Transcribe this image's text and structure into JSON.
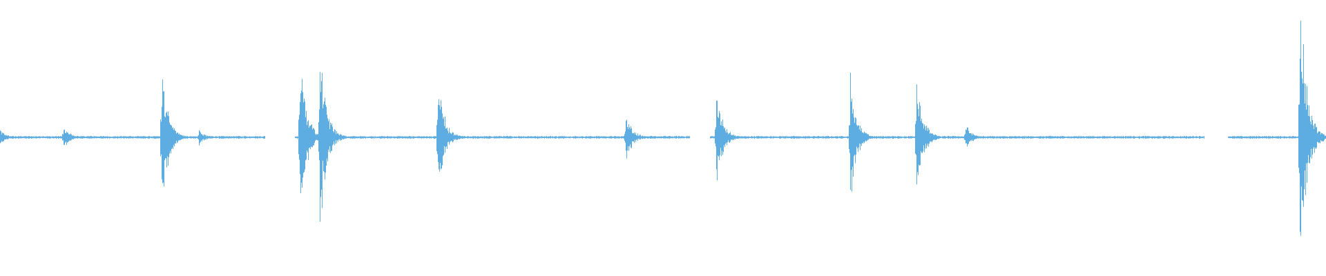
{
  "waveform": {
    "color": "#5dade2",
    "background": "#ffffff",
    "duration_fraction_events": [
      {
        "t": 0.0,
        "amp": 0.03
      },
      {
        "t": 0.048,
        "amp": 0.05
      },
      {
        "t": 0.122,
        "amp": 0.3
      },
      {
        "t": 0.15,
        "amp": 0.03
      },
      {
        "t": 0.226,
        "amp": 0.33
      },
      {
        "t": 0.241,
        "amp": 0.38
      },
      {
        "t": 0.33,
        "amp": 0.24
      },
      {
        "t": 0.472,
        "amp": 0.1
      },
      {
        "t": 0.54,
        "amp": 0.19
      },
      {
        "t": 0.641,
        "amp": 0.25
      },
      {
        "t": 0.691,
        "amp": 0.24
      },
      {
        "t": 0.728,
        "amp": 0.05
      },
      {
        "t": 0.98,
        "amp": 0.65
      }
    ],
    "silent_gaps": [
      [
        0.2,
        0.222
      ],
      [
        0.52,
        0.535
      ],
      [
        0.908,
        0.926
      ]
    ]
  }
}
